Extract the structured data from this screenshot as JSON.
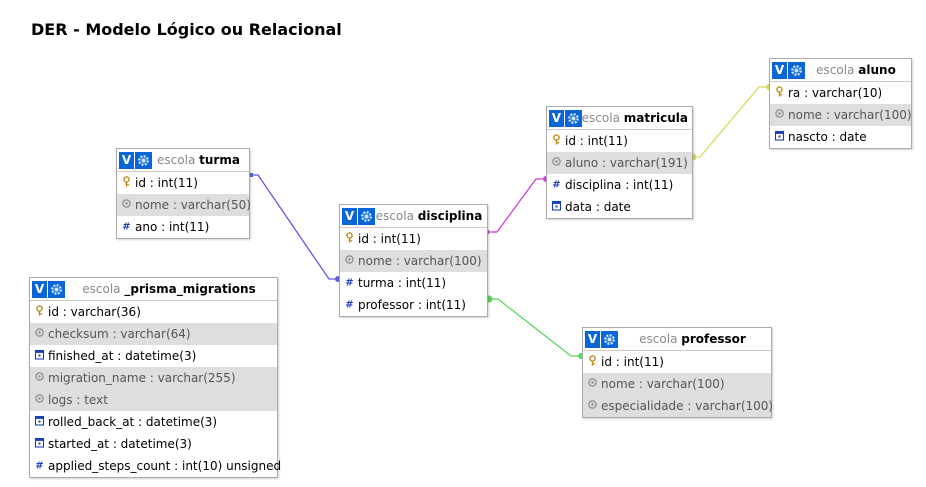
{
  "page": {
    "title": "DER - Modelo Lógico ou Relacional"
  },
  "tables": [
    {
      "id": "turma",
      "schema": "escola",
      "name": "turma",
      "columns": [
        {
          "text": "id : int(11)",
          "icon": "primary-key-icon"
        },
        {
          "text": "nome : varchar(50)",
          "icon": "index-icon"
        },
        {
          "text": "ano : int(11)",
          "icon": "numeric-icon"
        }
      ]
    },
    {
      "id": "disciplina",
      "schema": "escola",
      "name": "disciplina",
      "columns": [
        {
          "text": "id : int(11)",
          "icon": "primary-key-icon"
        },
        {
          "text": "nome : varchar(100)",
          "icon": "index-icon"
        },
        {
          "text": "turma : int(11)",
          "icon": "numeric-icon"
        },
        {
          "text": "professor : int(11)",
          "icon": "numeric-icon"
        }
      ]
    },
    {
      "id": "matricula",
      "schema": "escola",
      "name": "matricula",
      "columns": [
        {
          "text": "id : int(11)",
          "icon": "primary-key-icon"
        },
        {
          "text": "aluno : varchar(191)",
          "icon": "index-icon"
        },
        {
          "text": "disciplina : int(11)",
          "icon": "numeric-icon"
        },
        {
          "text": "data : date",
          "icon": "date-icon"
        }
      ]
    },
    {
      "id": "aluno",
      "schema": "escola",
      "name": "aluno",
      "columns": [
        {
          "text": "ra : varchar(10)",
          "icon": "primary-key-icon"
        },
        {
          "text": "nome : varchar(100)",
          "icon": "index-icon"
        },
        {
          "text": "nascto : date",
          "icon": "date-icon"
        }
      ]
    },
    {
      "id": "professor",
      "schema": "escola",
      "name": "professor",
      "columns": [
        {
          "text": "id : int(11)",
          "icon": "primary-key-icon"
        },
        {
          "text": "nome : varchar(100)",
          "icon": "index-icon"
        },
        {
          "text": "especialidade : varchar(100)",
          "icon": "index-icon"
        }
      ]
    },
    {
      "id": "prisma",
      "schema": "escola",
      "name": "_prisma_migrations",
      "columns": [
        {
          "text": "id : varchar(36)",
          "icon": "primary-key-icon"
        },
        {
          "text": "checksum : varchar(64)",
          "icon": "index-icon"
        },
        {
          "text": "finished_at : datetime(3)",
          "icon": "date-icon"
        },
        {
          "text": "migration_name : varchar(255)",
          "icon": "index-icon"
        },
        {
          "text": "logs : text",
          "icon": "index-icon"
        },
        {
          "text": "rolled_back_at : datetime(3)",
          "icon": "date-icon"
        },
        {
          "text": "started_at : datetime(3)",
          "icon": "date-icon"
        },
        {
          "text": "applied_steps_count : int(10) unsigned",
          "icon": "numeric-icon"
        }
      ]
    }
  ],
  "relations": [
    {
      "from": "turma",
      "to": "disciplina",
      "color": "#5b5be6"
    },
    {
      "from": "disciplina",
      "to": "matricula",
      "color": "#d33ad6"
    },
    {
      "from": "matricula",
      "to": "aluno",
      "color": "#d8d858"
    },
    {
      "from": "disciplina",
      "to": "professor",
      "color": "#5cd65c"
    }
  ],
  "icons": {
    "toggle_label": "V",
    "settings": "gear-icon"
  }
}
